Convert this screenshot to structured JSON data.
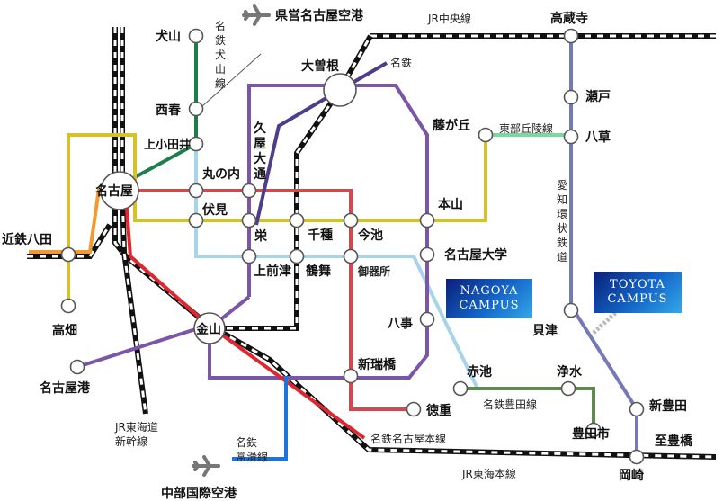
{
  "map": {
    "lines": {
      "jr_chuo": "JR中央線",
      "jr_tokaido": "JR東海本線",
      "jr_shinkansen": "JR東海道\n新幹線",
      "meitetsu_inuyama": "名鉄犬山線",
      "meitetsu": "名鉄",
      "tobu_kyuryo": "東部丘陵線",
      "aichi_kanjo": "愛知環状鉄道",
      "meitetsu_toyota": "名鉄豊田線",
      "meitetsu_nagoya_honsen": "名鉄名古屋本線",
      "meitetsu_tokoname": "名鉄\n常滑線"
    },
    "stations": {
      "inuyama": "犬山",
      "nishiharu": "西春",
      "kamiotai": "上小田井",
      "nagoya": "名古屋",
      "kintetsu_hatta": "近鉄八田",
      "takabata": "高畑",
      "marunouchi": "丸の内",
      "fushimi": "伏見",
      "hisaya_odori": "久屋大通",
      "sakae": "栄",
      "kamimaezu": "上前津",
      "chikusa": "千種",
      "tsurumai": "鶴舞",
      "imaike": "今池",
      "gokiso": "御器所",
      "ozone": "大曽根",
      "motoyama": "本山",
      "nagoya_daigaku": "名古屋大学",
      "yagoto": "八事",
      "fujigaoka": "藤が丘",
      "kanayama": "金山",
      "nagoyako": "名古屋港",
      "shinmizuhashi": "新瑞橋",
      "tokushige": "徳重",
      "akaike": "赤池",
      "josui": "浄水",
      "toyotashi": "豊田市",
      "kozoji": "高蔵寺",
      "seto": "瀬戸",
      "yakusa": "八草",
      "kaizu": "貝津",
      "shintoyota": "新豊田",
      "okazaki": "岡崎"
    },
    "airports": {
      "prefectural": "県営名古屋空港",
      "central": "中部国際空港"
    },
    "destinations": {
      "toyohashi": "至豊橋"
    },
    "campus": {
      "nagoya": [
        "NAGOYA",
        "CAMPUS"
      ],
      "toyota": [
        "TOYOTA",
        "CAMPUS"
      ]
    },
    "colors": {
      "meitetsu_inuyama": "#1a7f4b",
      "higashiyama": "#d8c128",
      "tsurumai": "#a7d4ea",
      "sakuradori": "#d2484f",
      "meijo": "#7b55a8",
      "kamiiida": "#f19a30",
      "meitetsu_nagoya": "#e0262f",
      "tokoname": "#1e74d8",
      "kamiiida_line": "#4d3d8a",
      "tobu_kyuryo": "#7dd8a0",
      "aichi_kanjo": "#7579b8",
      "meitetsu_toyota": "#5e8a4e",
      "campus_dark": "#0a1f7a",
      "campus_light": "#33a8e8"
    }
  }
}
